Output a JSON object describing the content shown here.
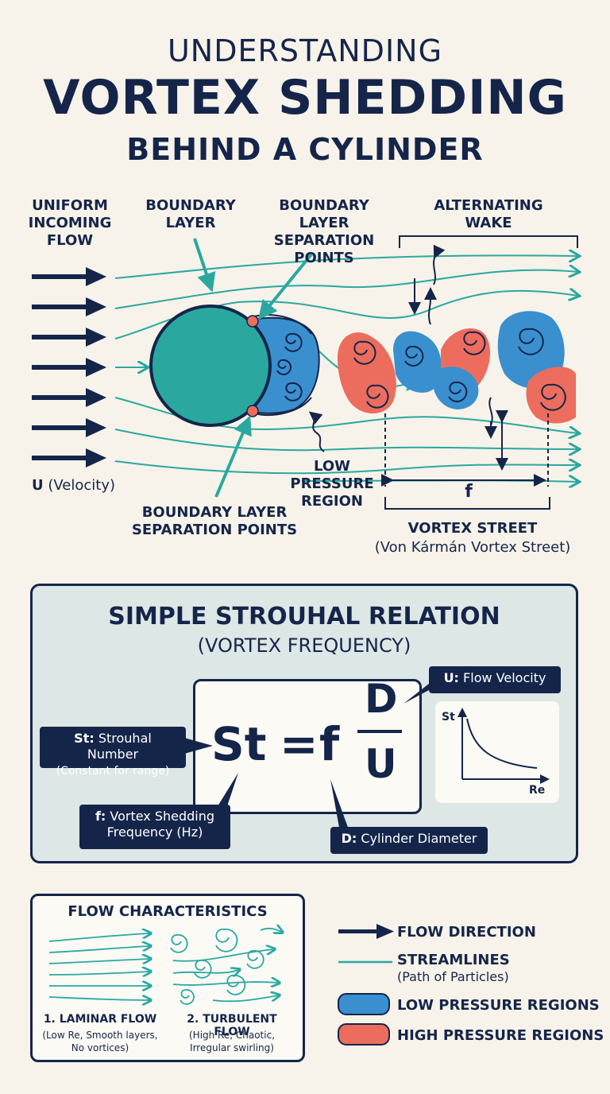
{
  "title": {
    "line1": "UNDERSTANDING",
    "line2": "VORTEX SHEDDING",
    "line3": "BEHIND A CYLINDER"
  },
  "diagram": {
    "incoming_flow": "UNIFORM\nINCOMING\nFLOW",
    "boundary_layer": "BOUNDARY\nLAYER",
    "separation_top": "BOUNDARY LAYER\nSEPARATION\nPOINTS",
    "alternating_wake": "ALTERNATING\nWAKE",
    "velocity_symbol": "U",
    "velocity_text": "(Velocity)",
    "low_pressure": "LOW\nPRESSURE\nREGION",
    "frequency_symbol": "f",
    "separation_bottom": "BOUNDARY LAYER\nSEPARATION POINTS",
    "vortex_street": "VORTEX STREET",
    "von_karman": "(Von Kármán Vortex Street)"
  },
  "strouhal": {
    "title": "SIMPLE STROUHAL RELATION",
    "subtitle": "(VORTEX FREQUENCY)",
    "eq_st": "St",
    "eq_equals": "=",
    "eq_f": "f",
    "eq_num": "D",
    "eq_den": "U",
    "tag_st_key": "St:",
    "tag_st_text": "Strouhal Number",
    "tag_st_sub": "(Constant for range)",
    "tag_u_key": "U:",
    "tag_u_text": "Flow Velocity",
    "tag_f_key": "f:",
    "tag_f_text": "Vortex Shedding",
    "tag_f_sub": "Frequency (Hz)",
    "tag_d_key": "D:",
    "tag_d_text": "Cylinder Diameter",
    "graph_y": "St",
    "graph_x": "Re"
  },
  "flow_characteristics": {
    "title": "FLOW CHARACTERISTICS",
    "laminar_title": "1. LAMINAR FLOW",
    "laminar_desc": "(Low Re, Smooth layers,\nNo vortices)",
    "turbulent_title": "2. TURBULENT FLOW",
    "turbulent_desc": "(High Re, Chaotic,\nIrregular swirling)"
  },
  "legend": {
    "flow_direction": "FLOW DIRECTION",
    "streamlines": "STREAMLINES",
    "streamlines_sub": "(Path of Particles)",
    "low_pressure": "LOW PRESSURE REGIONS",
    "high_pressure": "HIGH PRESSURE REGIONS"
  },
  "colors": {
    "navy": "#15254a",
    "teal": "#2aa8a0",
    "blue": "#3a8fcf",
    "red": "#ec6d5e",
    "background": "#f7f3ea"
  }
}
